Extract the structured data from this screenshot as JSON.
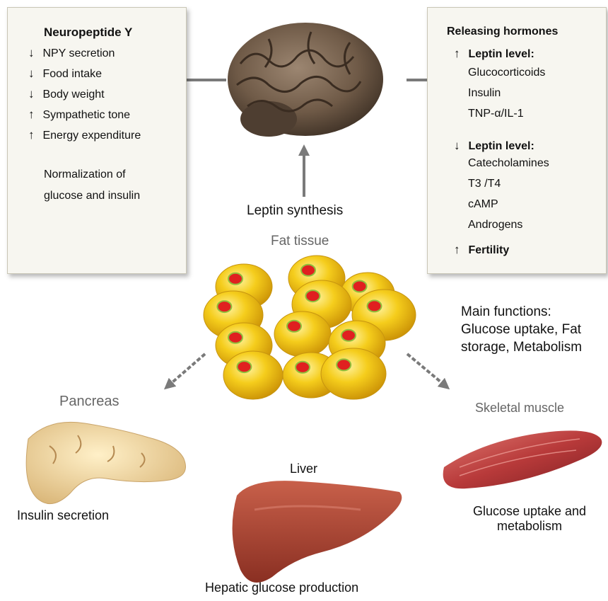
{
  "left_box": {
    "title": "Neuropeptide Y",
    "items": [
      {
        "arrow": "↓",
        "text": "NPY secretion"
      },
      {
        "arrow": "↓",
        "text": "Food intake"
      },
      {
        "arrow": "↓",
        "text": "Body weight"
      },
      {
        "arrow": "↑",
        "text": "Sympathetic tone"
      },
      {
        "arrow": "↑",
        "text": "Energy expenditure"
      }
    ],
    "note_line1": "Normalization of",
    "note_line2": "glucose and insulin"
  },
  "right_box": {
    "title": "Releasing hormones",
    "increase_arrow": "↑",
    "increase_heading": "Leptin level:",
    "increase_items": [
      "Glucocorticoids",
      "Insulin",
      "TNP-α/IL-1"
    ],
    "decrease_arrow": "↓",
    "decrease_heading": "Leptin level:",
    "decrease_items": [
      "Catecholamines",
      "T3 /T4",
      "cAMP",
      "Androgens"
    ],
    "fertility_arrow": "↑",
    "fertility_label": "Fertility"
  },
  "center": {
    "leptin_synthesis": "Leptin synthesis",
    "fat_tissue": "Fat tissue"
  },
  "main_functions": {
    "line1": "Main functions:",
    "line2": "Glucose uptake, Fat",
    "line3": "storage, Metabolism"
  },
  "pancreas": {
    "label": "Pancreas",
    "caption": "Insulin secretion"
  },
  "liver": {
    "label": "Liver",
    "caption": "Hepatic glucose production"
  },
  "muscle": {
    "label": "Skeletal muscle",
    "caption_line1": "Glucose uptake and",
    "caption_line2": "metabolism"
  },
  "colors": {
    "box_bg": "#f7f6f0",
    "arrow_gray": "#7a7a7a",
    "fat_cell": "#f2c419",
    "fat_nucleus": "#e02020",
    "liver": "#a8402e",
    "muscle": "#c24a4a",
    "pancreas": "#f0d9a6",
    "brain": "#6e5a48"
  }
}
